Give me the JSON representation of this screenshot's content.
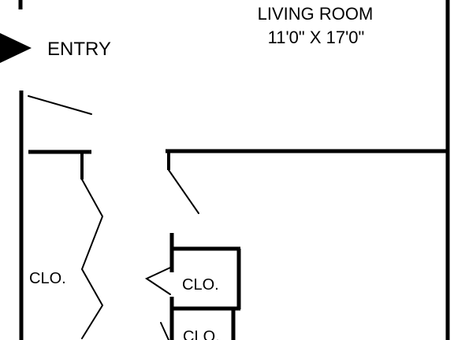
{
  "floorplan": {
    "entry_label": "ENTRY",
    "living_room": {
      "name": "LIVING ROOM",
      "dimensions": "11'0\" X 17'0\""
    },
    "closet_labels": [
      "CLO.",
      "CLO.",
      "CLO."
    ],
    "colors": {
      "ink": "#000000",
      "background": "#ffffff"
    }
  }
}
